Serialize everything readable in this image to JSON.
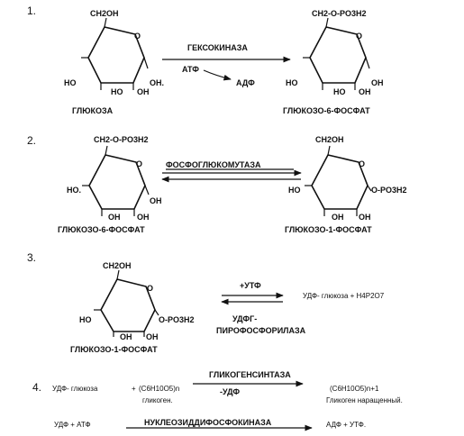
{
  "reactions": [
    {
      "number": "1.",
      "left": {
        "top": "CH2OH",
        "ring_o": "O",
        "sub_left": "HO",
        "sub_bottom": "HO",
        "sub_c3": "OH",
        "sub_c2": "OH.",
        "name": "ГЛЮКОЗА"
      },
      "enzyme": "ГЕКСОКИНАЗА",
      "cofactor_in": "АТФ",
      "cofactor_out": "АДФ",
      "right": {
        "top": "CH2-O-PO3H2",
        "ring_o": "O",
        "sub_left": "HO",
        "sub_bottom": "HO",
        "sub_c3": "OH",
        "sub_c2": "OH",
        "name": "ГЛЮКОЗО-6-ФОСФАТ"
      }
    },
    {
      "number": "2.",
      "left": {
        "top": "CH2-O-PO3H2",
        "ring_o": "O",
        "sub_left": "HO.",
        "sub_c3": "OH",
        "sub_c2": "OH",
        "sub_c1": "OH",
        "name": "ГЛЮКОЗО-6-ФОСФАТ"
      },
      "enzyme": "ФОСФОГЛЮКОМУТАЗА",
      "right": {
        "top": "CH2OH",
        "ring_o": "O",
        "sub_left": "HO",
        "sub_c3": "OH",
        "sub_c2": "OH",
        "sub_c1": "O-PO3H2",
        "name": "ГЛЮКОЗО-1-ФОСФАТ"
      }
    },
    {
      "number": "3.",
      "left": {
        "top": "CH2OH",
        "ring_o": "O",
        "sub_left": "HO",
        "sub_c3": "OH",
        "sub_c2": "OH",
        "sub_c1": "O-PO3H2",
        "name": "ГЛЮКОЗО-1-ФОСФАТ"
      },
      "reagent": "+УТФ",
      "products": "УДФ- глюкоза + Н4Р2О7",
      "enzyme_line1": "УДФГ-",
      "enzyme_line2": "ПИРОФОСФОРИЛАЗА"
    },
    {
      "number": "4.",
      "substrate1": "УДФ- глюкоза",
      "plus": "+",
      "substrate2": "(С6Н10О5)n",
      "substrate2_name": "гликоген.",
      "enzyme": "ГЛИКОГЕНСИНТАЗА",
      "byproduct": "-УДФ",
      "product": "(С6Н10О5)n+1",
      "product_name": "Гликоген наращенный."
    }
  ],
  "regeneration": {
    "left": "УДФ + АТФ",
    "enzyme": "НУКЛЕОЗИДДИФОСФОКИНАЗА",
    "right": "АДФ + УТФ."
  }
}
